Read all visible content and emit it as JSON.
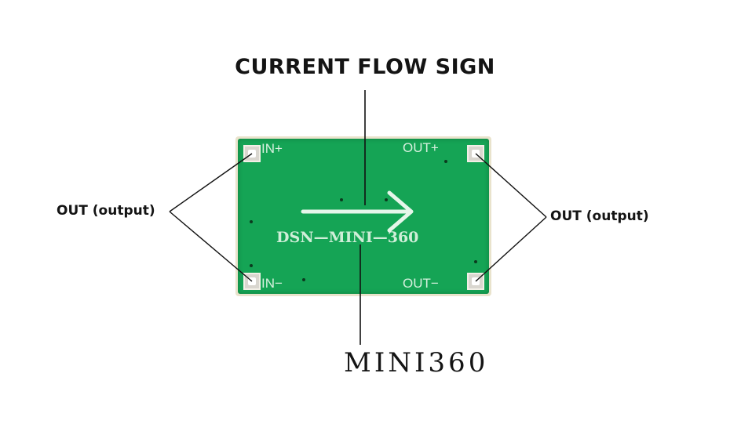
{
  "heading": "CURRENT FLOW SIGN",
  "callouts": {
    "left": "OUT (output)",
    "right": "OUT (output)"
  },
  "model": "MINI360",
  "board": {
    "name": "DSN—MINI—360",
    "terminals": {
      "in_plus": "IN+",
      "out_plus": "OUT+",
      "in_minus": "IN−",
      "out_minus": "OUT−"
    },
    "color": "#15a455",
    "arrow_icon": "right-arrow-icon"
  }
}
